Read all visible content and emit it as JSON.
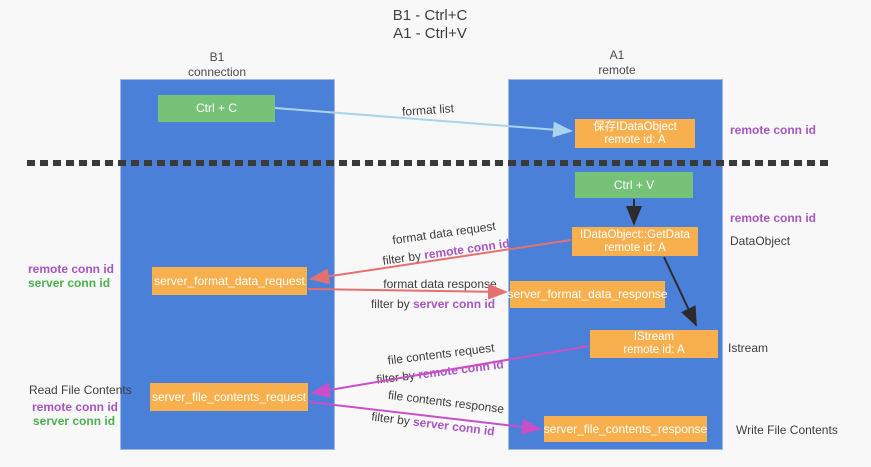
{
  "title": {
    "line1": "B1 - Ctrl+C",
    "line2": "A1 - Ctrl+V"
  },
  "columns": {
    "left": {
      "name": "B1",
      "role": "connection"
    },
    "right": {
      "name": "A1",
      "role": "remote"
    }
  },
  "boxes": {
    "ctrl_c": {
      "label": "Ctrl + C"
    },
    "save_idataobject": {
      "line1": "保存IDataObject",
      "line2": "remote id: A"
    },
    "ctrl_v": {
      "label": "Ctrl + V"
    },
    "getdata": {
      "line1": "IDataObject::GetData",
      "line2": "remote id: A"
    },
    "format_request": {
      "label": "server_format_data_request"
    },
    "format_response": {
      "label": "server_format_data_response"
    },
    "istream": {
      "line1": "IStream",
      "line2": "remote id: A"
    },
    "file_request": {
      "label": "server_file_contents_request"
    },
    "file_response": {
      "label": "server_file_contents_response"
    }
  },
  "flow_labels": {
    "format_list": "format list",
    "format_data_request": "format data request",
    "format_data_response": "format data response",
    "file_contents_request": "file contents request",
    "file_contents_response": "file contents response",
    "filter_by": "filter by",
    "remote_conn_id": "remote conn id",
    "server_conn_id": "server conn id"
  },
  "side_labels": {
    "left_remote_conn_id": "remote conn id",
    "left_server_conn_id": "server conn id",
    "read_file_contents": "Read File Contents",
    "left_remote_conn_id_2": "remote conn id",
    "left_server_conn_id_2": "server conn id",
    "right_remote_conn_id_top": "remote conn id",
    "right_remote_conn_id_mid": "remote conn id",
    "dataobject": "DataObject",
    "istream": "Istream",
    "write_file_contents": "Write File Contents"
  },
  "colors": {
    "column_blue": "#4a80d8",
    "box_green": "#76c278",
    "box_orange": "#f8b04e",
    "arrow_lightblue": "#a9d3ee",
    "arrow_red": "#e57070",
    "arrow_magenta": "#c94fc9",
    "arrow_black": "#2b2b2b",
    "text_purple": "#a855c0",
    "text_green": "#4caf50",
    "divider_dark": "#3a3a3a"
  }
}
